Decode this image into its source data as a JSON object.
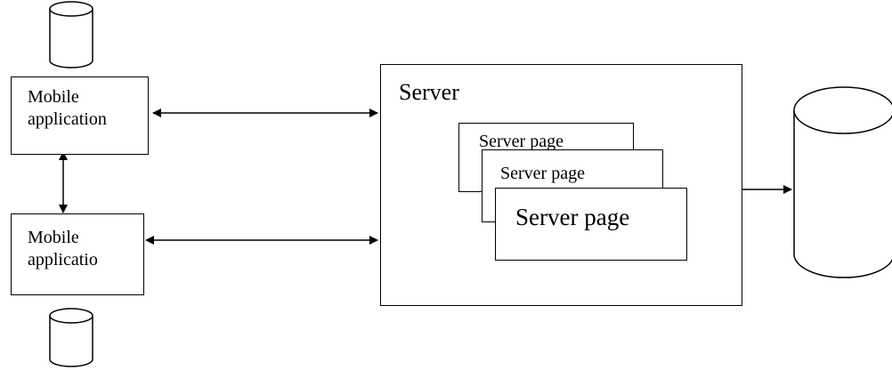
{
  "diagram": {
    "mobile_app_1": {
      "label": "Mobile\napplication"
    },
    "mobile_app_2": {
      "label": "Mobile\napplicatio"
    },
    "server": {
      "title": "Server"
    },
    "server_pages": [
      {
        "label": "Server page"
      },
      {
        "label": "Server page"
      },
      {
        "label": "Server page"
      }
    ],
    "colors": {
      "stroke": "#000000",
      "fill": "#ffffff"
    }
  }
}
